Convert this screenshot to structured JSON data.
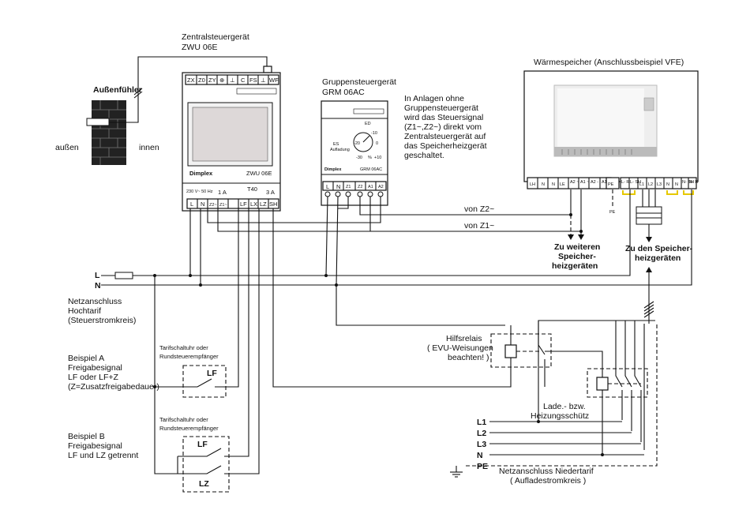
{
  "zwu": {
    "title": "Zentralsteuergerät",
    "model": "ZWU 06E",
    "brand": "Dimplex",
    "face_model": "ZWU 06E",
    "top_terminals": [
      "ZX",
      "Z0",
      "ZY",
      "⊕",
      "⊥",
      "C",
      "FS",
      "⊥",
      "WF"
    ],
    "bottom_terminals": [
      "L",
      "N",
      "Z2~",
      "Z1~",
      "",
      "LF",
      "LX",
      "LZ",
      "SH"
    ],
    "rating": "230 V~ 50 Hz",
    "fuse": "T40",
    "relay_rating": "3 A",
    "relay_label": "1 A"
  },
  "sensor": {
    "title": "Außenfühler",
    "outside": "außen",
    "inside": "innen"
  },
  "grm": {
    "title": "Gruppensteuergerät",
    "model": "GRM 06AC",
    "brand": "Dimplex",
    "face_model": "GRM 06AC",
    "dial_ed": "ED",
    "dial_es": "ES",
    "dial_aufladung": "Aufladung",
    "dial_minus10": "-10",
    "dial_minus20": "-20",
    "dial_minus30": "-30",
    "dial_plus10": "+10",
    "dial_zero": "0",
    "dial_pct": "%",
    "terminals": [
      "L",
      "N",
      "Z1",
      "Z2",
      "A1",
      "A2"
    ]
  },
  "note": {
    "lines": [
      "In Anlagen ohne",
      "Gruppensteuergerät",
      "wird das Steuersignal",
      "(Z1~,Z2~) direkt vom",
      "Zentralsteuergerät auf",
      "das Speicherheizgerät",
      "geschaltet."
    ]
  },
  "storage": {
    "title": "Wärmespeicher (Anschlussbeispiel VFE)",
    "terminals": [
      "LH",
      "N",
      "N",
      "LE",
      "A2 ~",
      "A1 ~",
      "A2 -",
      "A1 +",
      "PE",
      "L- R",
      "L- SH",
      "L1",
      "L2",
      "L3",
      "N",
      "N",
      "N- SH",
      "N- R"
    ],
    "pe_label": "PE"
  },
  "signals": {
    "z2": "von Z2~",
    "z1": "von Z1~",
    "more": [
      "Zu weiteren",
      "Speicher-",
      "heizgeräten"
    ],
    "to": [
      "Zu den Speicher-",
      "heizgeräten"
    ]
  },
  "mains": {
    "l": "L",
    "n": "N",
    "caption": [
      "Netzanschluss",
      "Hochtarif",
      "(Steuerstromkreis)"
    ]
  },
  "relay": {
    "lines": [
      "Hilfsrelais",
      "( EVU-Weisungen",
      "beachten! )"
    ]
  },
  "example_a": {
    "lines": [
      "Beispiel A",
      "Freigabesignal",
      "LF oder LF+Z",
      "(Z=Zusatzfreigabedauer)"
    ],
    "device": [
      "Tarifschaltuhr oder",
      "Rundsteuerempfänger"
    ],
    "contact": "LF"
  },
  "example_b": {
    "lines": [
      "Beispiel B",
      "Freigabesignal",
      "LF und LZ getrennt"
    ],
    "device": [
      "Tarifschaltuhr oder",
      "Rundsteuerempfänger"
    ],
    "contact_lf": "LF",
    "contact_lz": "LZ"
  },
  "contactor": {
    "lines": [
      "Lade.- bzw.",
      "Heizungsschütz"
    ]
  },
  "low_tariff": {
    "phases": [
      "L1",
      "L2",
      "L3",
      "N",
      "PE"
    ],
    "caption": [
      "Netzanschluss Niedertarif",
      "( Aufladestromkreis )"
    ]
  }
}
